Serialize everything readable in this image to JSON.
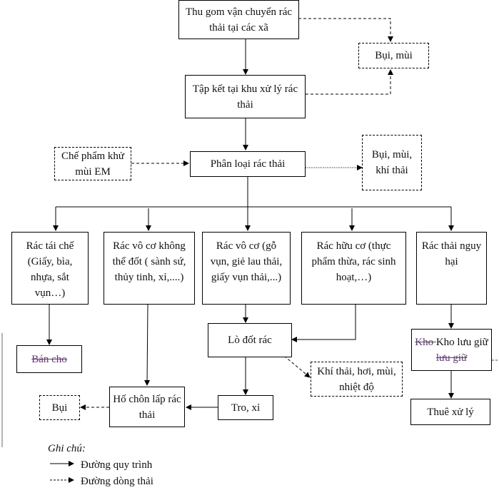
{
  "diagram": {
    "nodes": {
      "collect": "Thu gom vận chuyển rác thải tại các xã",
      "dust_smell_1": "Bụi, mùi",
      "gather": "Tập kết tại khu xử lý rác thải",
      "em": "Chế phẩm khử mùi EM",
      "classify": "Phân loại rác thải",
      "dust_smell_gas": "Bụi, mùi, khí thải",
      "recycle": "Rác tái chế (Giấy, bìa, nhựa, sắt vụn…)",
      "inorganic_nonburn": "Rác vô cơ không thể đốt ( sành sứ, thủy tinh, xỉ,....)",
      "inorganic_burn": "Rác vô cơ (gỗ vụn, giẻ lau thải, giấy vụn thải,...)",
      "organic": "Rác hữu cơ (thực phẩm thừa, rác sinh hoạt,…)",
      "hazardous": "Rác thải nguy hại",
      "sell": "Bán cho",
      "incinerator": "Lò đốt rác",
      "storage_deleted_1": "Kho ",
      "storage_inserted": "Kho lưu giữ",
      "storage_deleted_2": " lưu giữ",
      "emissions": "Khí thải, hơi, mùi, nhiệt độ",
      "dust": "Bụi",
      "landfill": "Hố chôn lấp rác thải",
      "ash": "Tro, xỉ",
      "hire": "Thuê xử lý"
    },
    "edges": [
      {
        "from": "collect",
        "to": "gather",
        "type": "process"
      },
      {
        "from": "collect",
        "to": "dust_smell_1",
        "type": "waste"
      },
      {
        "from": "gather",
        "to": "dust_smell_1",
        "type": "waste"
      },
      {
        "from": "gather",
        "to": "classify",
        "type": "process"
      },
      {
        "from": "em",
        "to": "classify",
        "type": "waste"
      },
      {
        "from": "classify",
        "to": "dust_smell_gas",
        "type": "waste"
      },
      {
        "from": "classify",
        "to": "recycle",
        "type": "process"
      },
      {
        "from": "classify",
        "to": "inorganic_nonburn",
        "type": "process"
      },
      {
        "from": "classify",
        "to": "inorganic_burn",
        "type": "process"
      },
      {
        "from": "classify",
        "to": "organic",
        "type": "process"
      },
      {
        "from": "classify",
        "to": "hazardous",
        "type": "process"
      },
      {
        "from": "recycle",
        "to": "sell",
        "type": "process"
      },
      {
        "from": "inorganic_nonburn",
        "to": "landfill",
        "type": "process"
      },
      {
        "from": "inorganic_burn",
        "to": "incinerator",
        "type": "process"
      },
      {
        "from": "organic",
        "to": "incinerator",
        "type": "process"
      },
      {
        "from": "incinerator",
        "to": "emissions",
        "type": "waste"
      },
      {
        "from": "incinerator",
        "to": "ash",
        "type": "process"
      },
      {
        "from": "ash",
        "to": "landfill",
        "type": "process"
      },
      {
        "from": "landfill",
        "to": "dust",
        "type": "waste"
      },
      {
        "from": "hazardous",
        "to": "storage",
        "type": "process"
      },
      {
        "from": "storage",
        "to": "hire",
        "type": "process"
      }
    ]
  },
  "legend": {
    "title": "Ghi chú:",
    "process": "Đường quy trình",
    "waste": "Đường dòng thải"
  }
}
